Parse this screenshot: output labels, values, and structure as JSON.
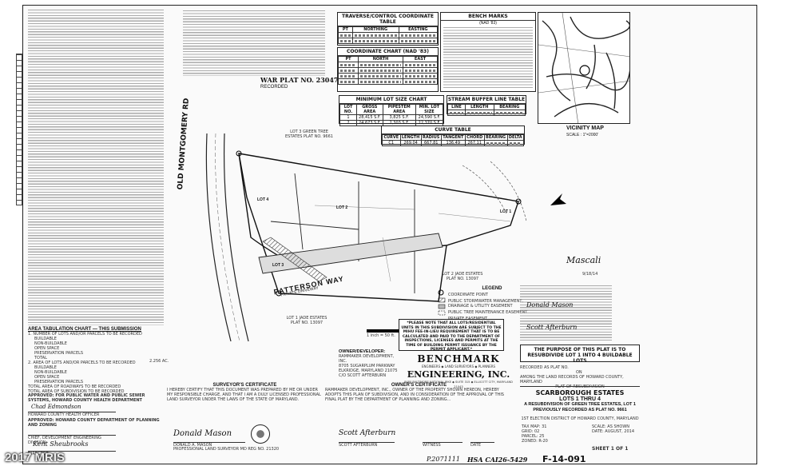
{
  "plat_no": "WAR PLAT NO. 23047",
  "recorded": "RECORDED",
  "traverse": {
    "title": "TRAVERSE/CONTROL COORDINATE TABLE",
    "headers": [
      "PT",
      "NORTHING",
      "EASTING"
    ]
  },
  "coordinate_chart": {
    "title": "COORDINATE CHART (NAD '83)",
    "headers": [
      "PT",
      "NORTH",
      "EAST"
    ]
  },
  "bench_marks": {
    "title": "BENCH MARKS",
    "subtitle": "(NAD '83)"
  },
  "min_lot": {
    "title": "MINIMUM LOT SIZE CHART",
    "headers": [
      "LOT NO.",
      "GROSS AREA",
      "PIPESTEM AREA",
      "MIN. LOT SIZE"
    ],
    "rows": [
      [
        "1",
        "28,415 S.F.",
        "3,825 S.F.",
        "24,590 S.F."
      ],
      [
        "2",
        "24,673 S.F.",
        "2,303 S.F.",
        "22,370 S.F."
      ]
    ]
  },
  "stream_buffer": {
    "title": "STREAM BUFFER LINE TABLE",
    "headers": [
      "LINE",
      "LENGTH",
      "BEARING"
    ]
  },
  "curve": {
    "title": "CURVE TABLE",
    "headers": [
      "CURVE",
      "LENGTH",
      "RADIUS",
      "TANGENT",
      "CHORD",
      "BEARING",
      "DELTA"
    ],
    "row": [
      "C1",
      "269.04",
      "667.81",
      "136.49",
      "267.11",
      "",
      ""
    ]
  },
  "vicinity": {
    "title": "VICINITY MAP",
    "scale": "SCALE : 1\"=2000'"
  },
  "roads": {
    "old_montgomery": "OLD MONTGOMERY RD",
    "patterson": "PATTERSON WAY",
    "private": "PRIVATE DRIVEWAY"
  },
  "lots": [
    "LOT 1",
    "LOT 2",
    "LOT 3",
    "LOT 4"
  ],
  "adjacent": {
    "lot3": "LOT 3 GREEN TREE ESTATES PLAT NO. 9661",
    "jade": "LOT 2 JADE ESTATES PLAT NO. 13097",
    "lot1": "LOT 1 JADE ESTATES PLAT NO. 13097"
  },
  "legend": {
    "title": "LEGEND",
    "items": [
      "COORDINATE POINT",
      "PUBLIC STORMWATER MANAGEMENT, DRAINAGE & UTILITY EASEMENT",
      "PUBLIC TREE MAINTENANCE EASEMENT",
      "PRIVATE EASEMENT"
    ]
  },
  "mihu_note": "*PLEASE NOTE THAT ALL LOTS/RESIDENTIAL UNITS IN THIS SUBDIVISION ARE SUBJECT TO THE MIHU FEE-IN-LIEU REQUIREMENT THAT IS TO BE CALCULATED AND PAID TO THE DEPARTMENT OF INSPECTIONS, LICENSES AND PERMITS AT THE TIME OF BUILDING PERMIT ISSUANCE BY THE PERMIT APPLICANT.*",
  "area_chart": {
    "title": "AREA TABULATION CHART — THIS SUBMISSION",
    "rows": [
      "1. NUMBER OF LOTS AND/OR PARCELS TO BE RECORDED",
      "BUILDABLE",
      "NON-BUILDABLE",
      "OPEN SPACE",
      "PRESERVATION PARCELS",
      "TOTAL",
      "2. AREA OF LOTS AND/OR PARCELS TO BE RECORDED",
      "BUILDABLE",
      "NON-BUILDABLE",
      "OPEN SPACE",
      "PRESERVATION PARCELS",
      "TOTAL AREA OF ROADWAYS TO BE RECORDED",
      "TOTAL AREA OF SUBDIVISION TO BE RECORDED"
    ],
    "acres": "2.256 AC."
  },
  "approval": {
    "health": "APPROVED: FOR PUBLIC WATER AND PUBLIC SEWER SYSTEMS, HOWARD COUNTY HEALTH DEPARTMENT",
    "health_officer": "HOWARD COUNTY HEALTH OFFICER",
    "planning": "APPROVED: HOWARD COUNTY DEPARTMENT OF PLANNING AND ZONING",
    "chief_division": "CHIEF, DEVELOPMENT ENGINEERING DIVISION",
    "director": "DIRECTOR",
    "date_label": "DATE"
  },
  "surveyor": {
    "title": "SURVEYOR'S CERTIFICATE",
    "text": "I HEREBY CERTIFY THAT THIS DOCUMENT WAS PREPARED BY ME OR UNDER MY RESPONSIBLE CHARGE, AND THAT I AM A DULY LICENSED PROFESSIONAL LAND SURVEYOR UNDER THE LAWS OF THE STATE OF MARYLAND.",
    "name": "DONALD A. MASON",
    "role": "PROFESSIONAL LAND SURVEYOR MD REG NO. 21320"
  },
  "owner": {
    "title": "OWNER/DEVELOPER:",
    "lines": [
      "RAMMAKER DEVELOPMENT, INC.",
      "8705 SUGARPLUM PARKWAY",
      "ELKRIDGE, MARYLAND 21075",
      "C/O SCOTT AFTERBURN"
    ],
    "cert_title": "OWNER'S CERTIFICATE",
    "cert_text": "RAMMAKER DEVELOPMENT, INC., OWNER OF THE PROPERTY SHOWN HEREON, HEREBY ADOPTS THIS PLAN OF SUBDIVISION, AND IN CONSIDERATION OF THE APPROVAL OF THIS FINAL PLAT BY THE DEPARTMENT OF PLANNING AND ZONING...",
    "sign_name": "SCOTT AFTERBURN",
    "witness": "WITNESS",
    "date": "DATE"
  },
  "engineer": {
    "name": "BENCHMARK",
    "sub": "ENGINEERING, INC.",
    "tag": "ENGINEERS ◆ LAND SURVEYORS ◆ PLANNERS",
    "address": "8480 BALTIMORE NATIONAL PIKE ◆ SUITE 315 ◆ ELLICOTT CITY, MARYLAND 21043"
  },
  "purpose": "THE PURPOSE OF THIS PLAT IS TO RESUBDIVIDE LOT 1 INTO 4 BUILDABLE LOTS",
  "recorded_block": {
    "line1": "RECORDED AS PLAT NO.",
    "on": "ON",
    "line2": "AMONG THE LAND RECORDS OF HOWARD COUNTY, MARYLAND"
  },
  "title_block": {
    "label": "PLAT OF RESUBDIVISION",
    "name": "SCARBOROUGH ESTATES",
    "lots": "LOTS 1 THRU 4",
    "desc": "A RESUBDIVISION OF GREEN TREE ESTATES, LOT 1 PREVIOUSLY RECORDED AS PLAT NO. 9661",
    "district": "1ST ELECTION DISTRICT OF HOWARD COUNTY, MARYLAND",
    "scale": "SCALE: AS SHOWN",
    "date": "DATE: AUGUST, 2014",
    "tax": "TAX MAP: 31",
    "grid": "GRID: 02",
    "parcel": "PARCEL: 25",
    "zoned": "ZONED: R-20",
    "sheet": "SHEET 1 OF 1"
  },
  "signatures": {
    "mason": "Donald Mason",
    "afterburn": "Scott Afterburn",
    "mascali": "Mascali",
    "director": "Kent Sheubrooks",
    "chief": "Chad Edmondson",
    "date": "9/18/14"
  },
  "footer": {
    "ref1": "P.2071111",
    "ref2": "HSA CAI26-5429",
    "file": "F-14-091"
  },
  "watermark": "2017 MRIS",
  "scale_label": "1 inch = 50 ft."
}
